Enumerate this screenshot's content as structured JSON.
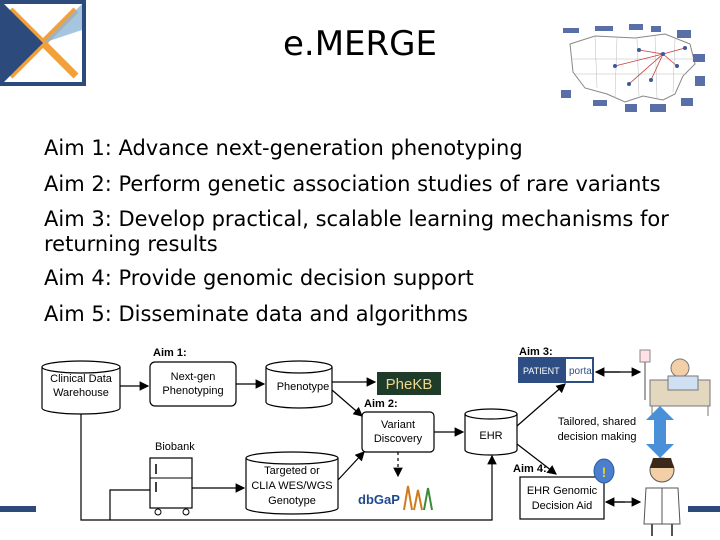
{
  "slide": {
    "title": "e.MERGE"
  },
  "aims": [
    "Aim 1: Advance next-generation phenotyping",
    "Aim 2: Perform genetic association studies of rare variants",
    "Aim 3: Develop practical, scalable learning mechanisms for returning results",
    "Aim 4: Provide genomic decision support",
    "Aim 5: Disseminate data and algorithms"
  ],
  "diagram": {
    "nodes": {
      "clinical_data_warehouse": [
        "Clinical Data",
        "Warehouse"
      ],
      "next_gen_phenotyping": [
        "Next-gen",
        "Phenotyping"
      ],
      "phenotype": "Phenotype",
      "phekb": "PheKB",
      "variant_discovery": [
        "Variant",
        "Discovery"
      ],
      "ehr": "EHR",
      "targeted_genotype": [
        "Targeted or",
        "CLIA WES/WGS",
        "Genotype"
      ],
      "biobank": "Biobank",
      "dbgap": "dbGaP",
      "patient_portal_a": "PATIENT",
      "patient_portal_b": "portal",
      "tailored_decision": [
        "Tailored, shared",
        "decision making"
      ],
      "ehr_genomic_aid": [
        "EHR Genomic",
        "Decision Aid"
      ]
    },
    "aim_labels": {
      "aim1": "Aim 1:",
      "aim2": "Aim 2:",
      "aim3": "Aim 3:",
      "aim4": "Aim 4:"
    },
    "alert": "!"
  }
}
